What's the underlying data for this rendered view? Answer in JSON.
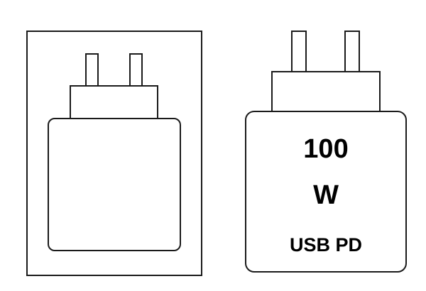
{
  "colors": {
    "stroke": "#1a1a1a",
    "background": "#ffffff",
    "text": "#000000"
  },
  "charger_right": {
    "power_value": "100",
    "power_unit": "W",
    "standard": "USB PD"
  }
}
